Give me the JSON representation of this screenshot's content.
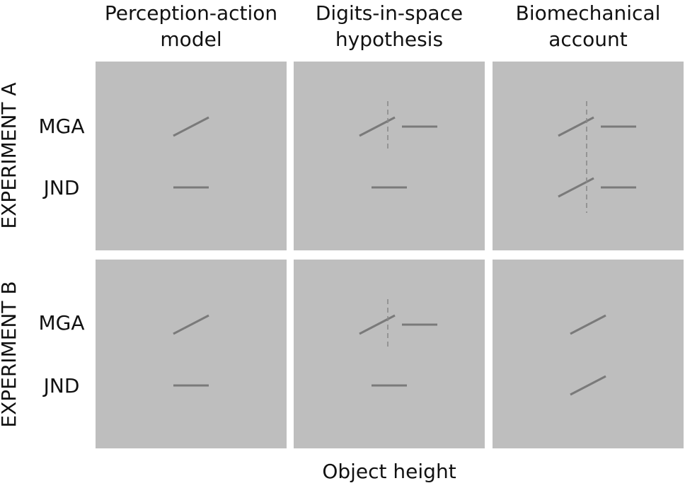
{
  "columns": [
    {
      "title": "Perception-action\nmodel"
    },
    {
      "title": "Digits-in-space\nhypothesis"
    },
    {
      "title": "Biomechanical\naccount"
    }
  ],
  "experiments": [
    {
      "label": "EXPERIMENT A"
    },
    {
      "label": "EXPERIMENT B"
    }
  ],
  "measures": [
    "MGA",
    "JND"
  ],
  "x_axis_label": "Object height",
  "colors": {
    "panel_background": "#bebebe",
    "line": "#7a7a7a",
    "divider": "#8a8a8a",
    "text": "#111111"
  },
  "panels": [
    {
      "experiment": "EXPERIMENT A",
      "model": "Perception-action model",
      "rows": [
        {
          "measure": "MGA",
          "divided": false,
          "segments": [
            "increasing"
          ]
        },
        {
          "measure": "JND",
          "divided": false,
          "segments": [
            "flat"
          ]
        }
      ]
    },
    {
      "experiment": "EXPERIMENT A",
      "model": "Digits-in-space hypothesis",
      "rows": [
        {
          "measure": "MGA",
          "divided": true,
          "segments": [
            "increasing",
            "flat"
          ]
        },
        {
          "measure": "JND",
          "divided": false,
          "segments": [
            "flat"
          ]
        }
      ]
    },
    {
      "experiment": "EXPERIMENT A",
      "model": "Biomechanical account",
      "rows": [
        {
          "measure": "MGA",
          "divided": true,
          "segments": [
            "increasing",
            "flat"
          ]
        },
        {
          "measure": "JND",
          "divided": true,
          "segments": [
            "increasing",
            "flat"
          ]
        }
      ]
    },
    {
      "experiment": "EXPERIMENT B",
      "model": "Perception-action model",
      "rows": [
        {
          "measure": "MGA",
          "divided": false,
          "segments": [
            "increasing"
          ]
        },
        {
          "measure": "JND",
          "divided": false,
          "segments": [
            "flat"
          ]
        }
      ]
    },
    {
      "experiment": "EXPERIMENT B",
      "model": "Digits-in-space hypothesis",
      "rows": [
        {
          "measure": "MGA",
          "divided": true,
          "segments": [
            "increasing",
            "flat"
          ]
        },
        {
          "measure": "JND",
          "divided": false,
          "segments": [
            "flat"
          ]
        }
      ]
    },
    {
      "experiment": "EXPERIMENT B",
      "model": "Biomechanical account",
      "rows": [
        {
          "measure": "MGA",
          "divided": false,
          "segments": [
            "increasing"
          ]
        },
        {
          "measure": "JND",
          "divided": false,
          "segments": [
            "increasing"
          ]
        }
      ]
    }
  ]
}
